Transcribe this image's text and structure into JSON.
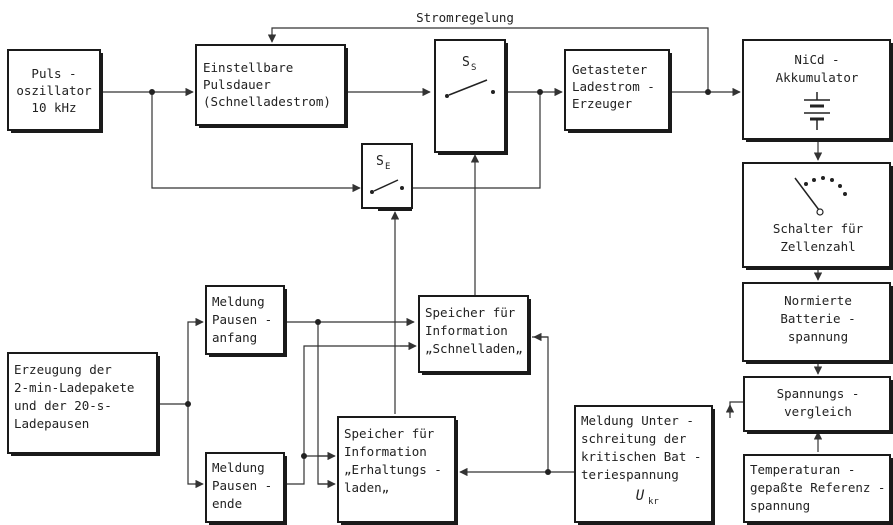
{
  "diagram": {
    "feedback_label": "Stromregelung",
    "blocks": {
      "pulse_oscillator": [
        "Puls -",
        "oszillator",
        "10 kHz"
      ],
      "pulse_duration": [
        "Einstellbare",
        "Pulsdauer",
        "(Schnelladestrom)"
      ],
      "charge_current_generator": [
        "Getasteter",
        "Ladestrom -",
        "Erzeuger"
      ],
      "nicd_battery": [
        "NiCd -",
        "Akkumulator"
      ],
      "cell_switch": [
        "Schalter für",
        "Zellenzahl"
      ],
      "normalized_voltage": [
        "Normierte",
        "Batterie -",
        "spannung"
      ],
      "voltage_compare": [
        "Spannungs -",
        "vergleich"
      ],
      "temp_reference": [
        "Temperaturan -",
        "gepaßte Referenz -",
        "spannung"
      ],
      "packet_generator": [
        "Erzeugung der",
        "2-min-Ladepakete",
        "und der 20-s-",
        "Ladepausen"
      ],
      "pause_start": [
        "Meldung",
        "Pausen -",
        "anfang"
      ],
      "pause_end": [
        "Meldung",
        "Pausen -",
        "ende"
      ],
      "store_fast": [
        "Speicher für",
        "Information",
        "„Schnelladen„"
      ],
      "store_maintenance": [
        "Speicher für",
        "Information",
        "„Erhaltungs -",
        "laden„"
      ],
      "undervoltage_msg": [
        "Meldung Unter -",
        "schreitung der",
        "kritischen Bat -",
        "teriespannung"
      ]
    },
    "switch_s": {
      "main": "S",
      "sub": "S"
    },
    "switch_e": {
      "main": "S",
      "sub": "E"
    },
    "u_kr": {
      "main": "U",
      "sub": "kr"
    }
  }
}
